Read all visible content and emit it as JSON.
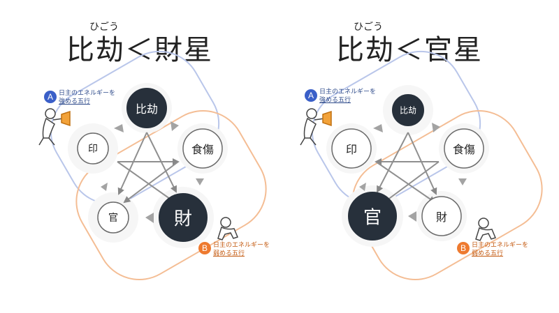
{
  "left": {
    "title": "比劫＜財星",
    "ruby": "ひごう",
    "nodes": {
      "hikou": "比劫",
      "shokushou": "食傷",
      "zai": "財",
      "kan": "官",
      "in": "印"
    },
    "note_a": {
      "badge": "A",
      "line1": "日主のエネルギーを",
      "line2": "強める五行"
    },
    "note_b": {
      "badge": "B",
      "line1": "日主のエネルギーを",
      "line2": "弱める五行"
    }
  },
  "right": {
    "title": "比劫＜官星",
    "ruby": "ひごう",
    "nodes": {
      "hikou": "比劫",
      "shokushou": "食傷",
      "zai": "財",
      "kan": "官",
      "in": "印"
    },
    "note_a": {
      "badge": "A",
      "line1": "日主のエネルギーを",
      "line2": "強める五行"
    },
    "note_b": {
      "badge": "B",
      "line1": "日主のエネルギーを",
      "line2": "弱める五行"
    }
  },
  "colors": {
    "blue": "#3a5fc8",
    "orange": "#ee7a2f",
    "dark": "#27303b",
    "arrow": "#9a9a9a"
  }
}
